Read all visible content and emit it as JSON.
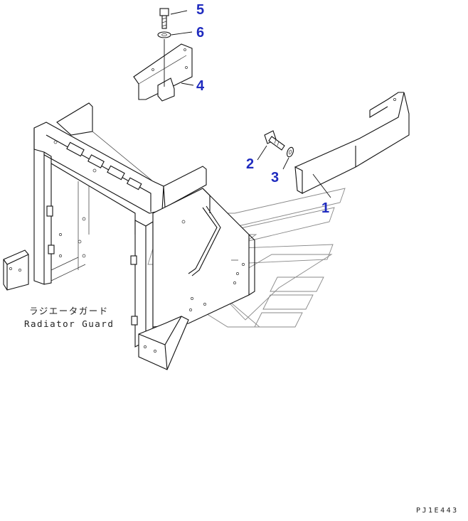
{
  "diagram": {
    "callouts": [
      {
        "id": "callout-1",
        "label": "1"
      },
      {
        "id": "callout-2",
        "label": "2"
      },
      {
        "id": "callout-3",
        "label": "3"
      },
      {
        "id": "callout-4",
        "label": "4"
      },
      {
        "id": "callout-5",
        "label": "5"
      },
      {
        "id": "callout-6",
        "label": "6"
      }
    ],
    "caption_jp": "ラジエータガード",
    "caption_en": "Radiator Guard",
    "drawing_code": "PJ1E443"
  },
  "colors": {
    "callout": "#1f2bbf",
    "line": "#111111"
  }
}
